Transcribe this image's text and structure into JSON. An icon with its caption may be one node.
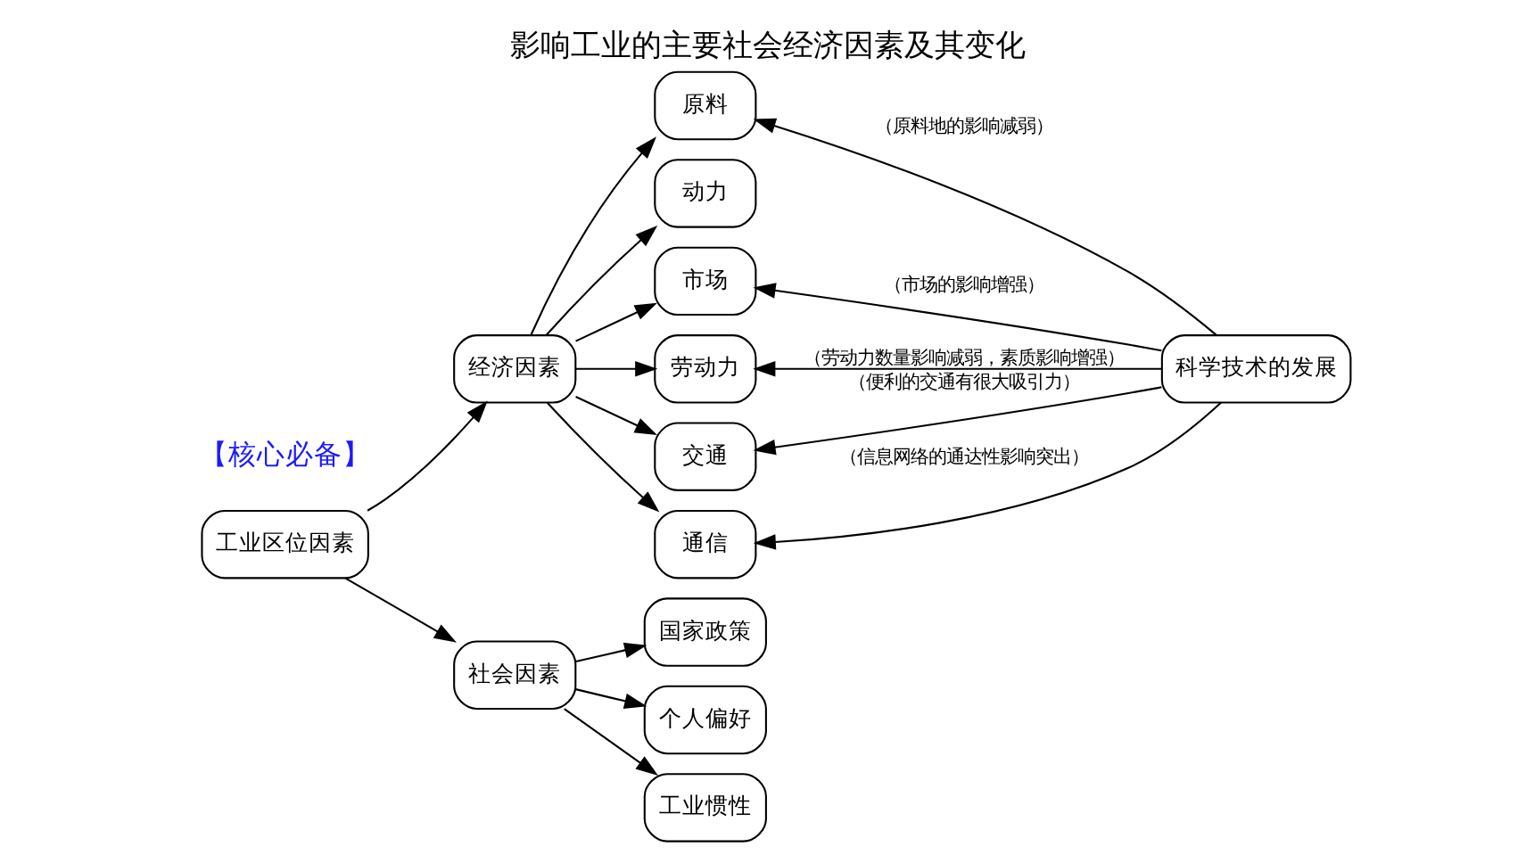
{
  "diagram": {
    "title": "影响工业的主要社会经济因素及其变化",
    "nodes": [
      {
        "text": [
          "工业区位因素"
        ]
      },
      {
        "text": [
          "经济因素"
        ]
      },
      {
        "text": [
          "社会因素"
        ]
      },
      {
        "text": [
          "原料"
        ]
      },
      {
        "text": [
          "动力"
        ]
      },
      {
        "text": [
          "市场"
        ]
      },
      {
        "text": [
          "劳动力"
        ]
      },
      {
        "text": [
          "交通"
        ]
      },
      {
        "text": [
          "通信"
        ]
      },
      {
        "text": [
          "国家政策"
        ]
      },
      {
        "text": [
          "个人偏好"
        ]
      },
      {
        "text": [
          "工业惯性"
        ]
      },
      {
        "text": [
          "科学技术的发展"
        ]
      }
    ],
    "edges": [
      {
        "from": 0,
        "to": 1,
        "arrow": "to"
      },
      {
        "from": 0,
        "to": 2,
        "arrow": "to"
      },
      {
        "from": 1,
        "to": 3,
        "arrow": "to"
      },
      {
        "from": 1,
        "to": 4,
        "arrow": "to"
      },
      {
        "from": 1,
        "to": 5,
        "arrow": "to"
      },
      {
        "from": 1,
        "to": 6,
        "arrow": "to"
      },
      {
        "from": 1,
        "to": 7,
        "arrow": "to"
      },
      {
        "from": 1,
        "to": 8,
        "arrow": "to"
      },
      {
        "from": 2,
        "to": 9,
        "arrow": "to"
      },
      {
        "from": 2,
        "to": 10,
        "arrow": "to"
      },
      {
        "from": 2,
        "to": 11,
        "arrow": "to"
      },
      {
        "from": 12,
        "to": 3,
        "arrow": "to",
        "label": "（原料地的影响减弱）"
      },
      {
        "from": 12,
        "to": 5,
        "arrow": "to",
        "label": "（市场的影响增强）"
      },
      {
        "from": 12,
        "to": 6,
        "arrow": "to",
        "label": "（劳动力数量影响减弱，素质影响增强）"
      },
      {
        "from": 12,
        "to": 7,
        "arrow": "to",
        "label": "（便利的交通有很大吸引力）"
      },
      {
        "from": 12,
        "to": 8,
        "arrow": "to",
        "label": "（信息网络的通达性影响突出）"
      }
    ],
    "labels": [
      "【核心必备】"
    ]
  }
}
